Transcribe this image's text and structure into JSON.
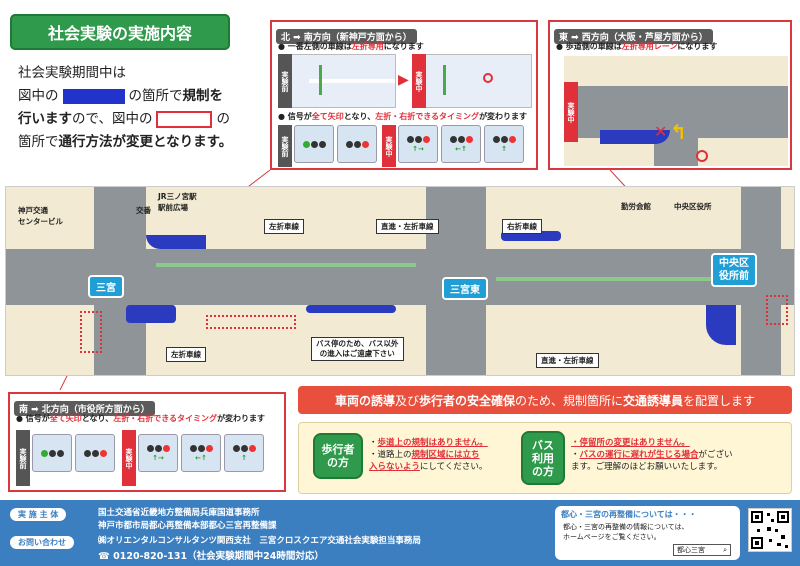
{
  "title": "社会実験の実施内容",
  "intro": {
    "l1": "社会実験期間中は",
    "l2a": "図中の",
    "l2b": "の箇所で",
    "l2c": "規制を",
    "l3a": "行います",
    "l3b": "ので、図中の",
    "l3c": "の",
    "l4a": "箇所で",
    "l4b": "通行方法が変更となります。"
  },
  "north": {
    "header": "北 ➡ 南方向（新神戸方面から）",
    "b1a": "● 一番左側の車線は",
    "b1b": "左折専用",
    "b1c": "になります",
    "b2a": "● 信号が",
    "b2b": "全て矢印",
    "b2c": "となり、",
    "b2d": "左折・右折できるタイミング",
    "b2e": "が変わります",
    "pre": "実験前",
    "mid": "実験中"
  },
  "east": {
    "header": "東 ➡ 西方向（大阪・芦屋方面から）",
    "b1a": "● 歩道側の車線は",
    "b1b": "左折専用レーン",
    "b1c": "になります",
    "mid": "実験中"
  },
  "south": {
    "header": "南 ➡ 北方向（市役所方面から）",
    "b1a": "● 信号が",
    "b1b": "全て矢印",
    "b1c": "となり、",
    "b1d": "左折・右折できるタイミング",
    "b1e": "が変わります",
    "pre": "実験前",
    "mid": "実験中"
  },
  "map": {
    "kobe": "神戸交通\nセンタービル",
    "jr": "JR三ノ宮駅\n駅前広場",
    "koban": "交番",
    "kinro": "勤労会館",
    "chuoku": "中央区役所",
    "st_sannomiya": "三宮",
    "st_sannomiyahigashi": "三宮東",
    "st_chuoku": "中央区\n役所前",
    "lbl_left1": "左折車線",
    "lbl_straight1": "直進・左折車線",
    "lbl_right": "右折車線",
    "lbl_left2": "左折車線",
    "lbl_straight2": "直進・左折車線",
    "bus_note": "バス停のため、バス以外\nの進入はご遠慮下さい"
  },
  "banner": {
    "a": "車両の誘導",
    "b": "及び",
    "c": "歩行者の安全確保",
    "d": "のため、規制箇所に",
    "e": "交通誘導員",
    "f": "を配置します"
  },
  "pedestrian": {
    "label": "歩行者\nの方",
    "l1a": "・",
    "l1b": "歩道上の規制はありません。",
    "l2a": "・道路上の",
    "l2b": "規制区域には立ち",
    "l3": "入らないよう",
    "l3b": "にしてください。"
  },
  "bus": {
    "label": "バス\n利用\nの方",
    "l1": "・停留所の変更はありません。",
    "l2a": "・",
    "l2b": "バスの運行に遅れが生じる場合",
    "l2c": "がござい",
    "l3": "ます。ご理解のほどお願いいたします。"
  },
  "footer": {
    "org_label": "実 施 主 体",
    "org1": "国土交通省近畿地方整備局兵庫国道事務所",
    "org2": "神戸市都市局都心再整備本部都心三宮再整備課",
    "contact_label": "お問い合わせ",
    "contact1": "㈱オリエンタルコンサルタンツ関西支社　三宮クロスクエア交通社会実験担当事務局",
    "contact2": "☎ 0120-820-131（社会実験期間中24時間対応）",
    "qr_title": "都心・三宮の再整備については・・・",
    "qr_text": "都心・三宮の再整備の情報については、\nホームページをご覧ください。",
    "search": "都心三宮"
  },
  "colors": {
    "green": "#2f9a4b",
    "red": "#e0303a",
    "blue": "#2a3bbf",
    "footer": "#3c7fc0"
  }
}
